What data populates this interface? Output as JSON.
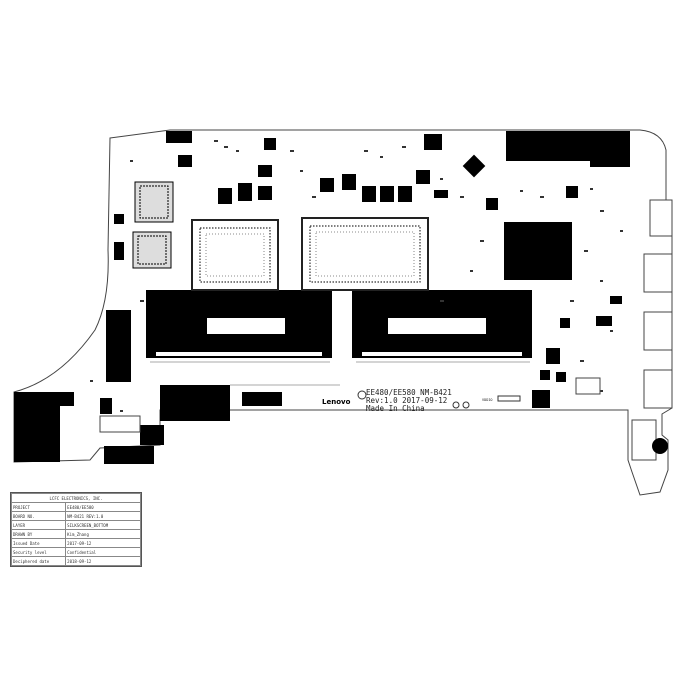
{
  "board": {
    "model_label": "EE480/EE580 NM-B421",
    "rev_label": "Rev:1.0 2017-09-12",
    "made_in": "Made In China",
    "brand": "Lenovo",
    "small_tag": "VDDIO",
    "colors": {
      "ink": "#000000",
      "outline": "#444444",
      "paper": "#ffffff"
    }
  },
  "title_block": {
    "company": "LCFC ELECTRONICS, INC.",
    "rows": [
      {
        "key": "PROJECT",
        "value": "EE480/EE580"
      },
      {
        "key": "BOARD NO.",
        "value": "NM-B421  REV:1.0"
      },
      {
        "key": "LAYER",
        "value": "SILKSCREEN_BOTTOM"
      },
      {
        "key": "DRAWN BY",
        "value": "Kim_Zhang"
      },
      {
        "key": "Issued  Date",
        "value": "2017-09-12"
      },
      {
        "key": "Security level",
        "value": "Confidential"
      },
      {
        "key": "Deciphered date",
        "value": "2018-09-12"
      }
    ]
  }
}
